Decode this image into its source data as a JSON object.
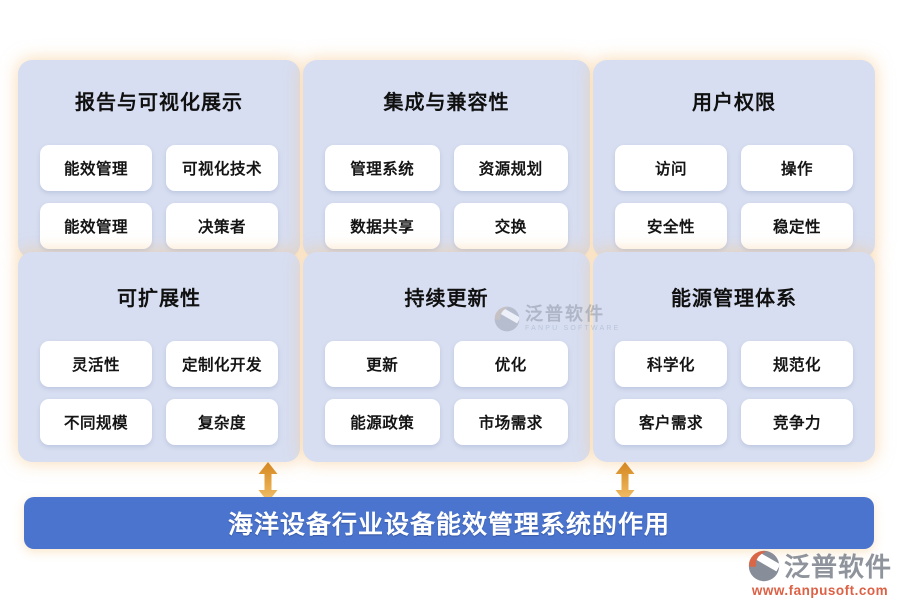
{
  "banner": {
    "title": "海洋设备行业设备能效管理系统的作用"
  },
  "panels": [
    {
      "title": "报告与可视化展示",
      "items": [
        "能效管理",
        "可视化技术",
        "能效管理",
        "决策者"
      ]
    },
    {
      "title": "集成与兼容性",
      "items": [
        "管理系统",
        "资源规划",
        "数据共享",
        "交换"
      ]
    },
    {
      "title": "用户权限",
      "items": [
        "访问",
        "操作",
        "安全性",
        "稳定性"
      ]
    },
    {
      "title": "可扩展性",
      "items": [
        "灵活性",
        "定制化开发",
        "不同规模",
        "复杂度"
      ]
    },
    {
      "title": "持续更新",
      "items": [
        "更新",
        "优化",
        "能源政策",
        "市场需求"
      ]
    },
    {
      "title": "能源管理体系",
      "items": [
        "科学化",
        "规范化",
        "客户需求",
        "竞争力"
      ]
    }
  ],
  "watermark": {
    "brand": "泛普软件",
    "brand_en": "FANPU SOFTWARE"
  },
  "footer_logo": {
    "brand": "泛普软件",
    "url": "www.fanpusoft.com"
  },
  "icons": {
    "arrow": "up-down-arrow",
    "logo": "fanpu-swoosh-logo"
  },
  "colors": {
    "banner_bg": "#4a74cd",
    "panel_bg": "#d7def1",
    "arrow_orange_dark": "#d4861f",
    "arrow_orange_light": "#f3c169",
    "glow": "#f5c78a",
    "url_orange": "#dc6145",
    "logo_grey": "#8e939c"
  }
}
